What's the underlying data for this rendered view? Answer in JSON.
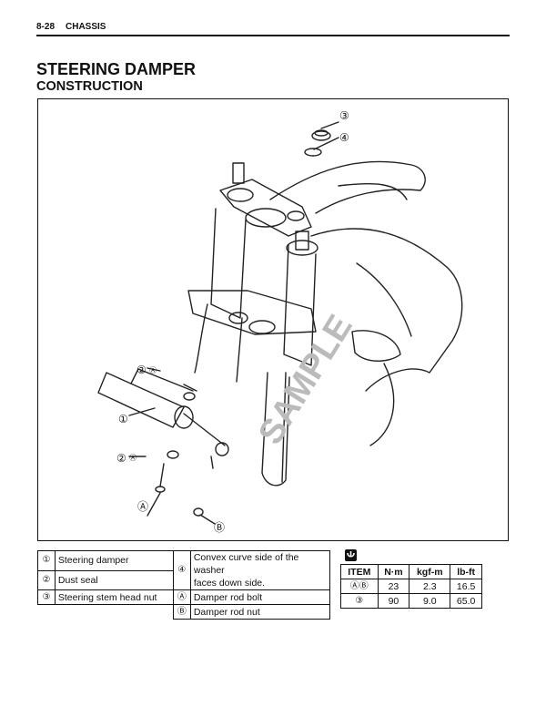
{
  "header": {
    "page": "8-28",
    "section": "CHASSIS"
  },
  "title": "STEERING DAMPER",
  "subtitle": "CONSTRUCTION",
  "figure": {
    "callouts": {
      "c1": "①",
      "c2a": "②",
      "c2b": "②",
      "c3": "③",
      "c4": "④",
      "cA": "Ⓐ",
      "cB": "Ⓑ"
    },
    "torque_marks": {
      "a": "Ⓐ",
      "b": "Ⓐ"
    },
    "watermark": "SAMPLE"
  },
  "legend": {
    "rows": [
      {
        "num": "①",
        "label": "Steering damper"
      },
      {
        "num": "②",
        "label": "Dust seal"
      },
      {
        "num": "③",
        "label": "Steering stem head nut"
      }
    ],
    "right": [
      {
        "num": "④",
        "label_line1": "Convex curve side of the washer",
        "label_line2": "faces down side."
      },
      {
        "num": "Ⓐ",
        "label": "Damper rod bolt"
      },
      {
        "num": "Ⓑ",
        "label": "Damper rod nut"
      }
    ]
  },
  "torque_table": {
    "icon": "torque-wrench-icon",
    "headers": [
      "ITEM",
      "N·m",
      "kgf-m",
      "lb-ft"
    ],
    "rows": [
      {
        "item": "ⒶⒷ",
        "nm": "23",
        "kgfm": "2.3",
        "lbft": "16.5"
      },
      {
        "item": "③",
        "nm": "90",
        "kgfm": "9.0",
        "lbft": "65.0"
      }
    ]
  }
}
